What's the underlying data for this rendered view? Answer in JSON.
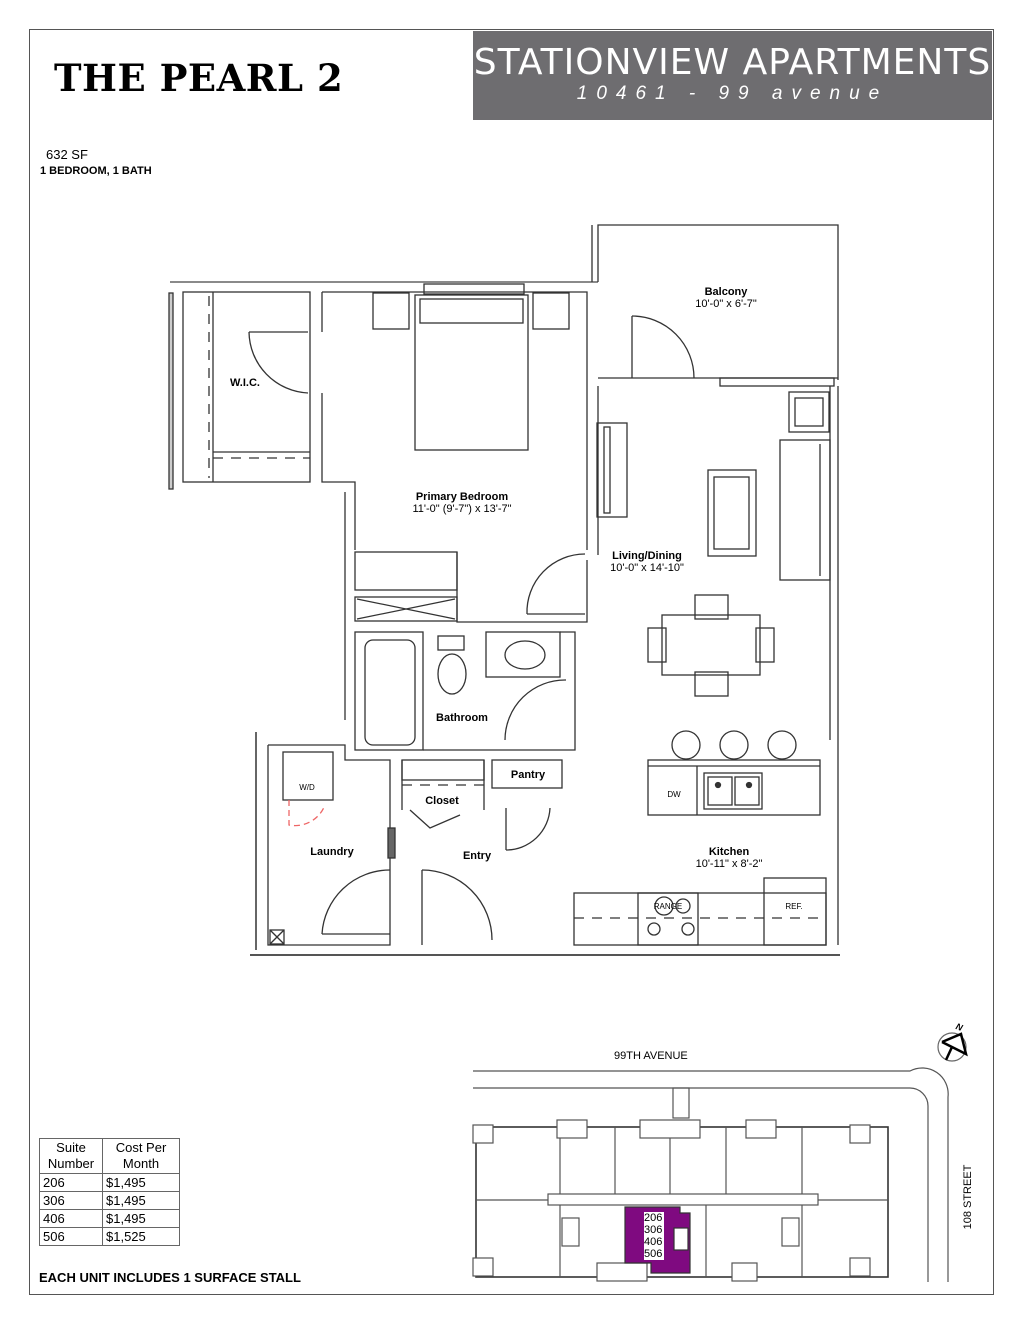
{
  "header": {
    "plan_name": "THE PEARL 2",
    "brand_name": "STATIONVIEW APARTMENTS",
    "brand_address": "10461 - 99 avenue",
    "brand_bg_color": "#6e6d70"
  },
  "unit": {
    "area": "632 SF",
    "type": "1 BEDROOM, 1 BATH"
  },
  "rooms": {
    "wic": {
      "name": "W.I.C."
    },
    "bedroom": {
      "name": "Primary Bedroom",
      "dims": "11'-0\" (9'-7\") x 13'-7\""
    },
    "balcony": {
      "name": "Balcony",
      "dims": "10'-0\" x 6'-7\""
    },
    "living": {
      "name": "Living/Dining",
      "dims": "10'-0\" x 14'-10\""
    },
    "bathroom": {
      "name": "Bathroom"
    },
    "pantry": {
      "name": "Pantry"
    },
    "closet": {
      "name": "Closet"
    },
    "laundry": {
      "name": "Laundry"
    },
    "entry": {
      "name": "Entry"
    },
    "kitchen": {
      "name": "Kitchen",
      "dims": "10'-11\" x 8'-2\""
    }
  },
  "fixtures": {
    "wd": "W/D",
    "dw": "DW",
    "range": "RANGE",
    "ref": "REF."
  },
  "rent_table": {
    "headers": [
      "Suite Number",
      "Cost Per Month"
    ],
    "header_lines": [
      [
        "Suite",
        "Number"
      ],
      [
        "Cost Per",
        "Month"
      ]
    ],
    "rows": [
      {
        "suite": "206",
        "cost": "$1,495"
      },
      {
        "suite": "306",
        "cost": "$1,495"
      },
      {
        "suite": "406",
        "cost": "$1,495"
      },
      {
        "suite": "506",
        "cost": "$1,525"
      }
    ]
  },
  "parking_note": "EACH UNIT INCLUDES 1 SURFACE STALL",
  "site_plan": {
    "street_north": "99TH AVENUE",
    "street_east": "108 STREET",
    "north_label": "N",
    "highlight_color": "#7f0a80",
    "highlighted_suites": [
      "206",
      "306",
      "406",
      "506"
    ]
  }
}
